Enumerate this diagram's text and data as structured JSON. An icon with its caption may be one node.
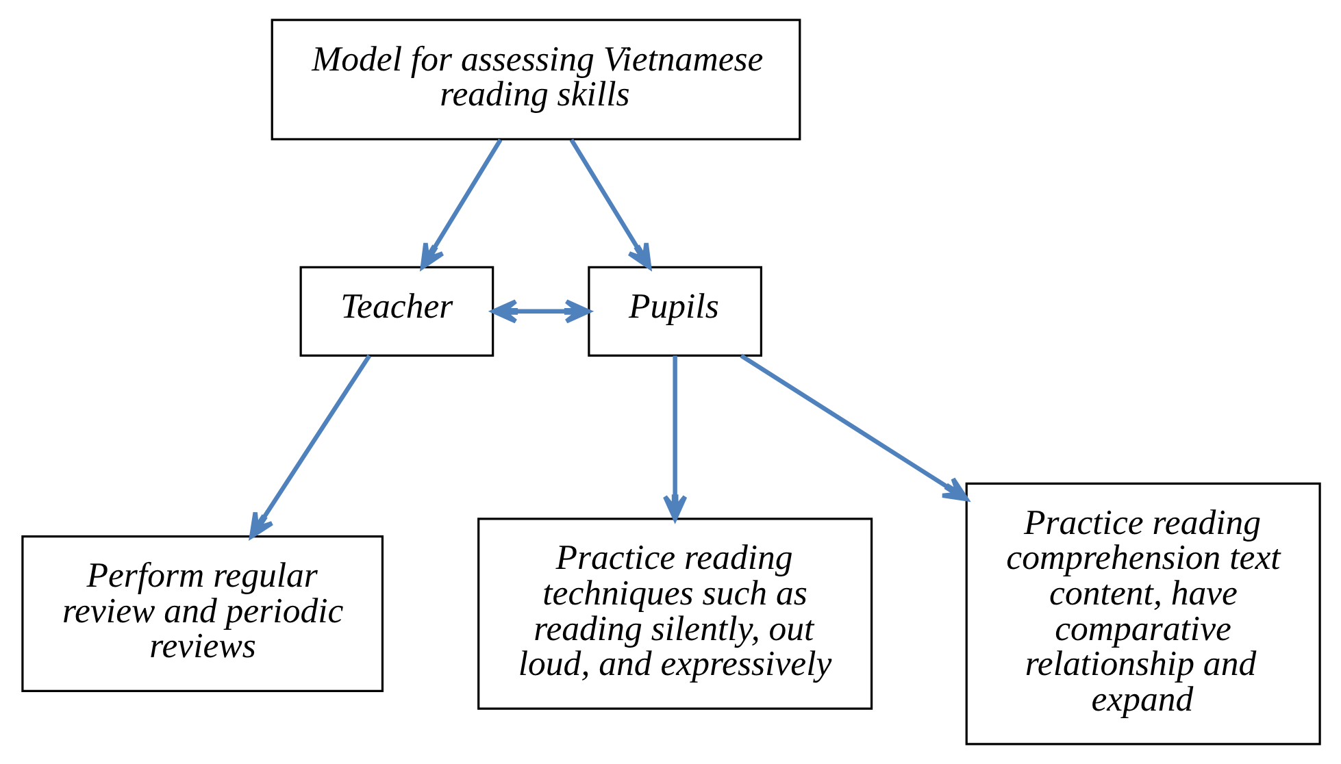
{
  "diagram": {
    "nodes": [
      {
        "text": [
          "Model for assessing Vietnamese reading skills"
        ]
      },
      {
        "text": [
          "Teacher"
        ]
      },
      {
        "text": [
          "Pupils"
        ]
      },
      {
        "text": [
          "Perform regular review and periodic reviews"
        ]
      },
      {
        "text": [
          "Practice reading techniques such as reading silently, out loud, and expressively"
        ]
      },
      {
        "text": [
          "Practice reading comprehension text content, have comparative relationship and expand"
        ]
      }
    ],
    "edges": [
      {
        "from": 0,
        "to": 1,
        "arrow": "to"
      },
      {
        "from": 0,
        "to": 2,
        "arrow": "to"
      },
      {
        "from": 1,
        "to": 2,
        "arrow": "both"
      },
      {
        "from": 1,
        "to": 3,
        "arrow": "to"
      },
      {
        "from": 2,
        "to": 4,
        "arrow": "to"
      },
      {
        "from": 2,
        "to": 5,
        "arrow": "to"
      }
    ]
  }
}
